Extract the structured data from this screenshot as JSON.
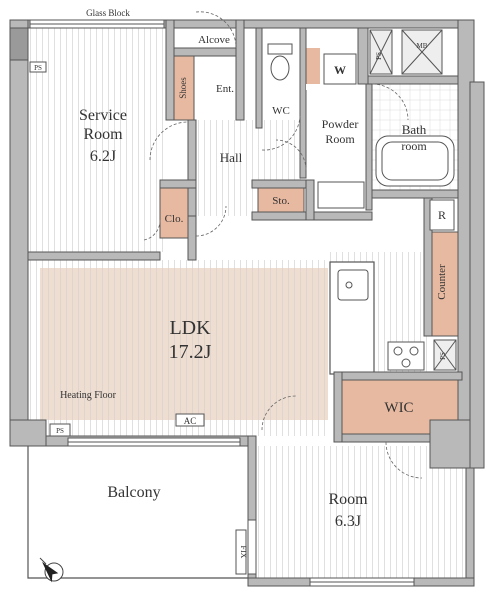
{
  "annotations": {
    "glass_block": "Glass Block",
    "heating_floor": "Heating Floor",
    "ac": "AC",
    "ps_top": "PS",
    "ps_mid": "PS",
    "fix": "FIX",
    "mb": "MB",
    "ps_bath": "PS",
    "ps_counter": "PS",
    "r": "R"
  },
  "rooms": {
    "alcove": "Alcove",
    "ent": "Ent.",
    "shoes": "Shoes",
    "wc": "WC",
    "w": "W",
    "powder_room": "Powder Room",
    "powder_room_line1": "Powder",
    "powder_room_line2": "Room",
    "bath_room_line1": "Bath",
    "bath_room_line2": "room",
    "service_room_line1": "Service",
    "service_room_line2": "Room",
    "service_room_size": "6.2J",
    "hall": "Hall",
    "sto": "Sto.",
    "clo": "Clo.",
    "ldk": "LDK",
    "ldk_size": "17.2J",
    "counter": "Counter",
    "wic": "WIC",
    "balcony": "Balcony",
    "room_line1": "Room",
    "room_size": "6.3J"
  },
  "colors": {
    "wall": "#b9b9b9",
    "wall_dark": "#8f8f8f",
    "storage_fill": "#e8b9a1",
    "heating_floor_fill": "#eeded2",
    "line": "#555555",
    "floor_line": "#d6d6d6"
  },
  "compass": {
    "icon": "north-arrow-icon"
  }
}
